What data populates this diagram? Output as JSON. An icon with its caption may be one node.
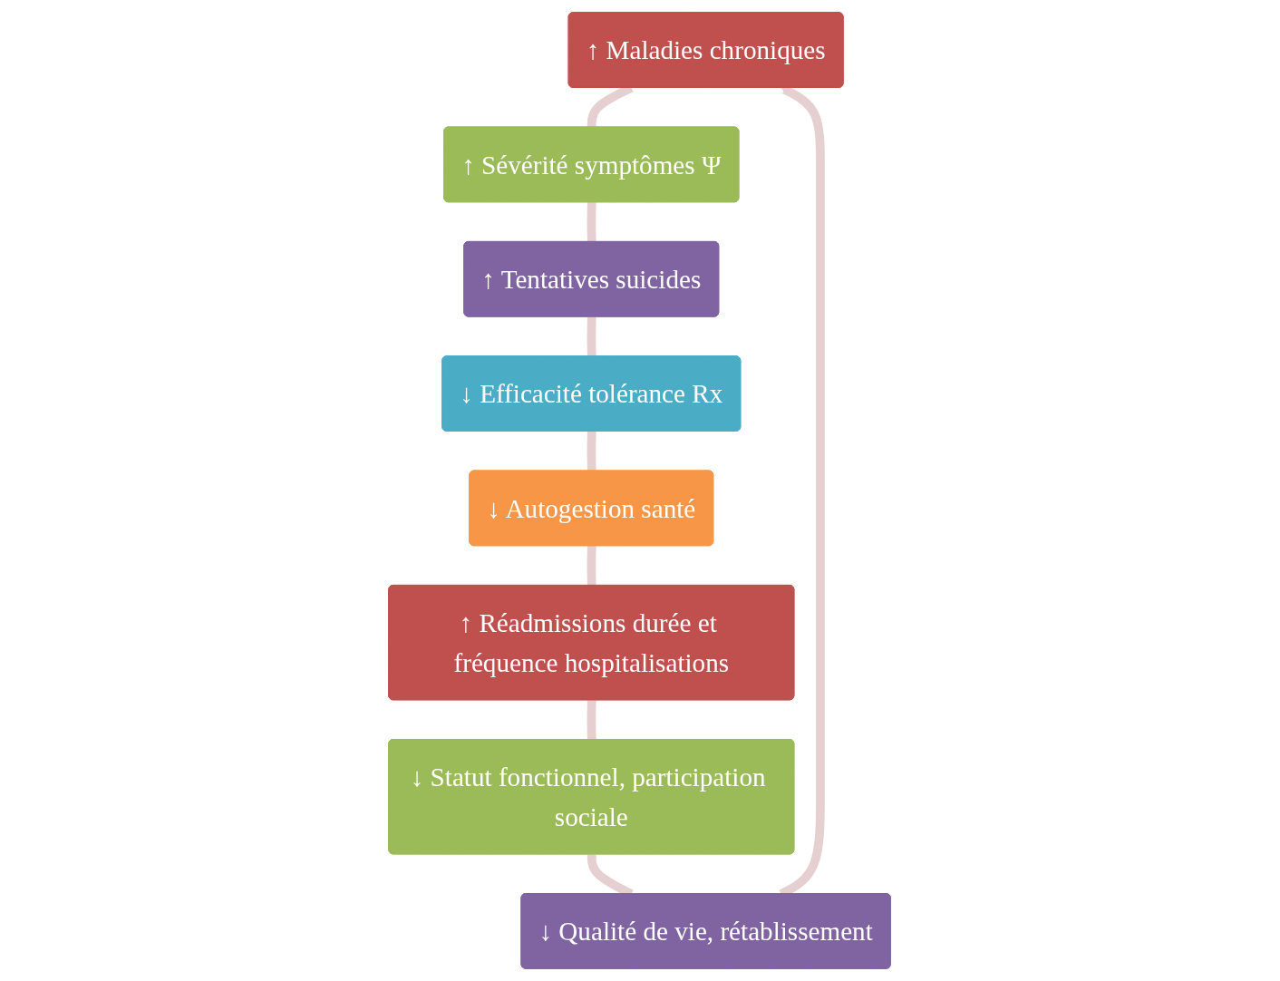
{
  "diagram": {
    "nodes": [
      {
        "text": [
          "↑ Maladies chroniques"
        ]
      },
      {
        "text": [
          "↑ Sévérité symptômes Ψ"
        ]
      },
      {
        "text": [
          "↑ Tentatives suicides"
        ]
      },
      {
        "text": [
          "↓ Efficacité tolérance Rx"
        ]
      },
      {
        "text": [
          "↓ Autogestion santé"
        ]
      },
      {
        "text": [
          "↑ Réadmissions durée et fréquence hospitalisations"
        ]
      },
      {
        "text": [
          "↓ Statut fonctionnel, participation sociale"
        ]
      },
      {
        "text": [
          "↓ Qualité de vie, rétablissement"
        ]
      }
    ],
    "edges": [
      {
        "from": 0,
        "to": 1,
        "arrow": "none"
      },
      {
        "from": 1,
        "to": 2,
        "arrow": "none"
      },
      {
        "from": 2,
        "to": 3,
        "arrow": "none"
      },
      {
        "from": 3,
        "to": 4,
        "arrow": "none"
      },
      {
        "from": 4,
        "to": 5,
        "arrow": "none"
      },
      {
        "from": 5,
        "to": 6,
        "arrow": "none"
      },
      {
        "from": 6,
        "to": 7,
        "arrow": "none"
      },
      {
        "from": 7,
        "to": 0,
        "arrow": "to"
      }
    ]
  }
}
